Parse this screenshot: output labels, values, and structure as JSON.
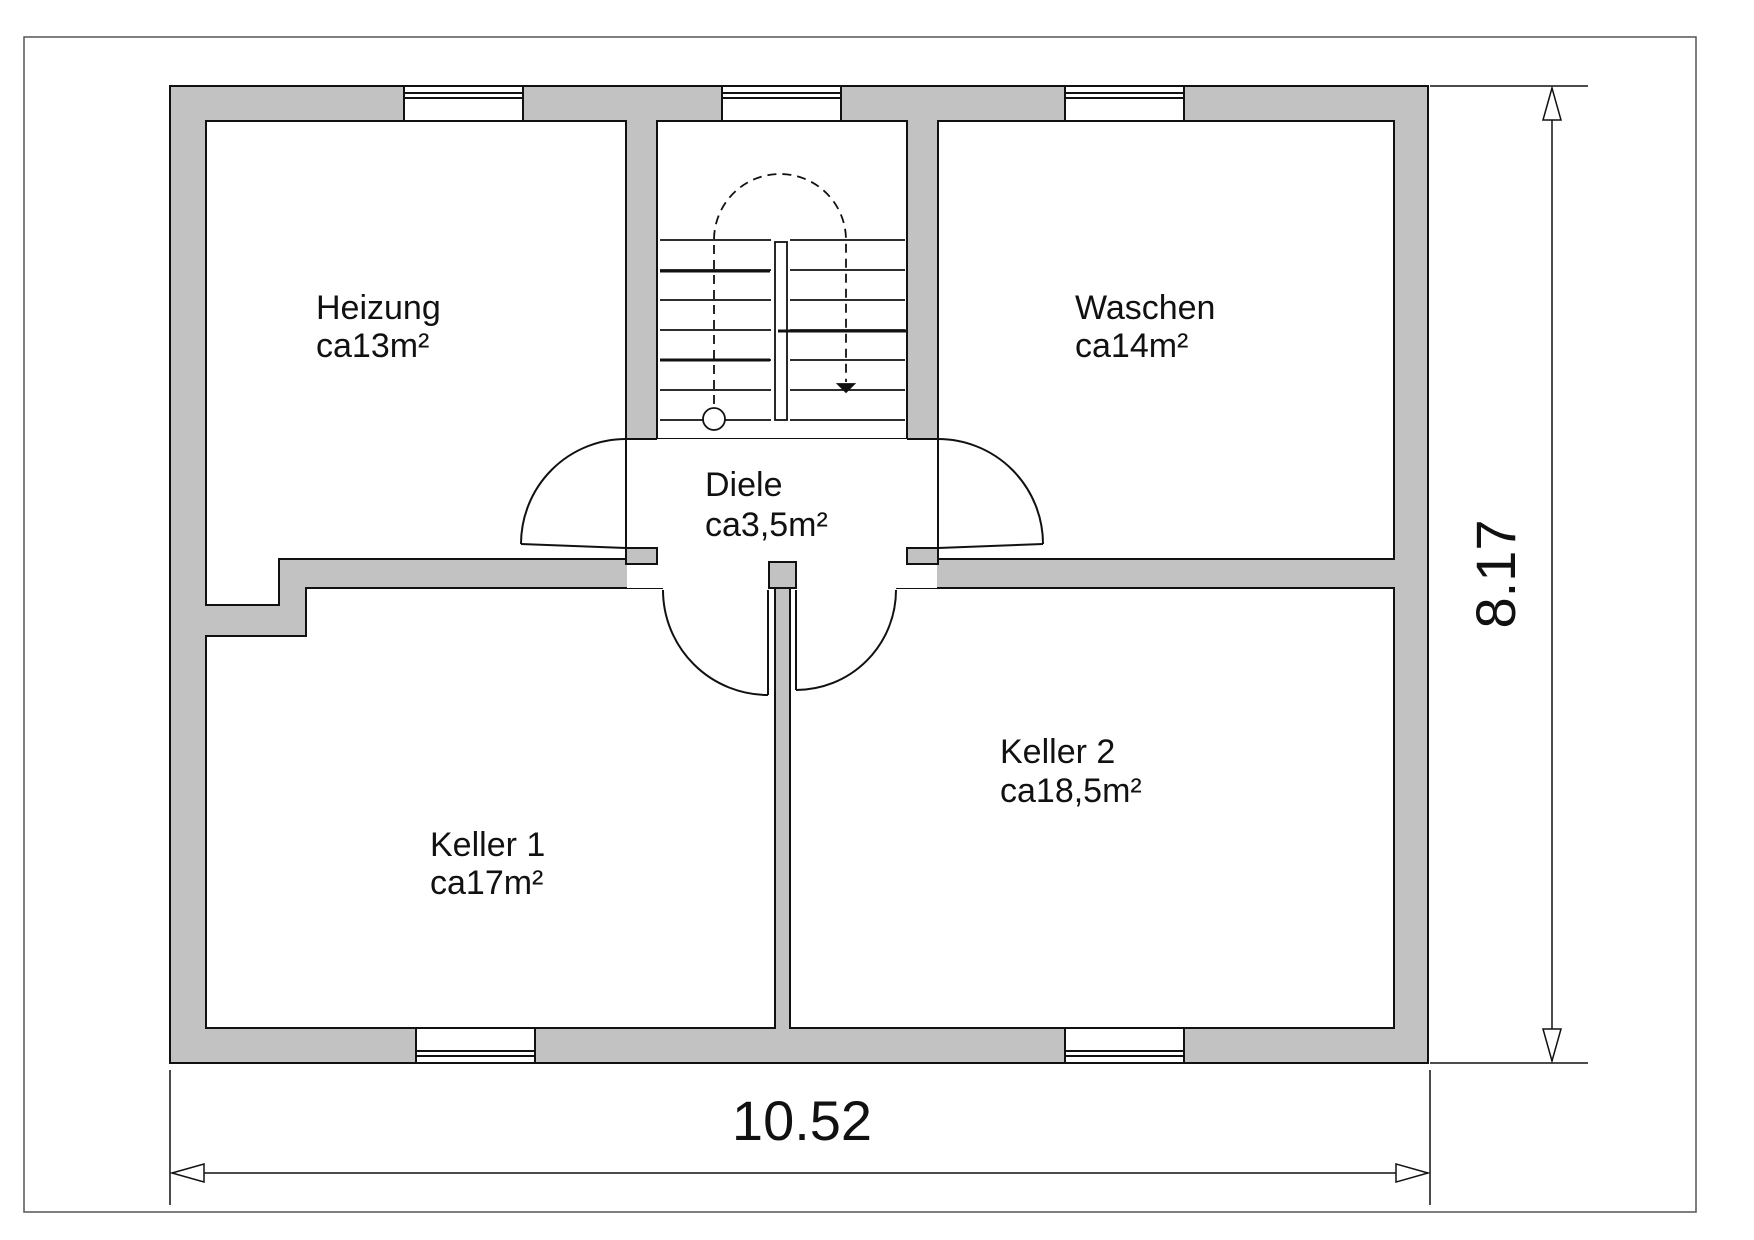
{
  "rooms": {
    "heizung": {
      "name": "Heizung",
      "area": "ca13m²"
    },
    "waschen": {
      "name": "Waschen",
      "area": "ca14m²"
    },
    "diele": {
      "name": "Diele",
      "area": "ca3,5m²"
    },
    "keller1": {
      "name": "Keller 1",
      "area": "ca17m²"
    },
    "keller2": {
      "name": "Keller 2",
      "area": "ca18,5m²"
    }
  },
  "dimensions": {
    "width": "10.52",
    "height": "8.17"
  },
  "colors": {
    "wall": "#c2c2c2",
    "line": "#111111",
    "background": "#ffffff"
  }
}
